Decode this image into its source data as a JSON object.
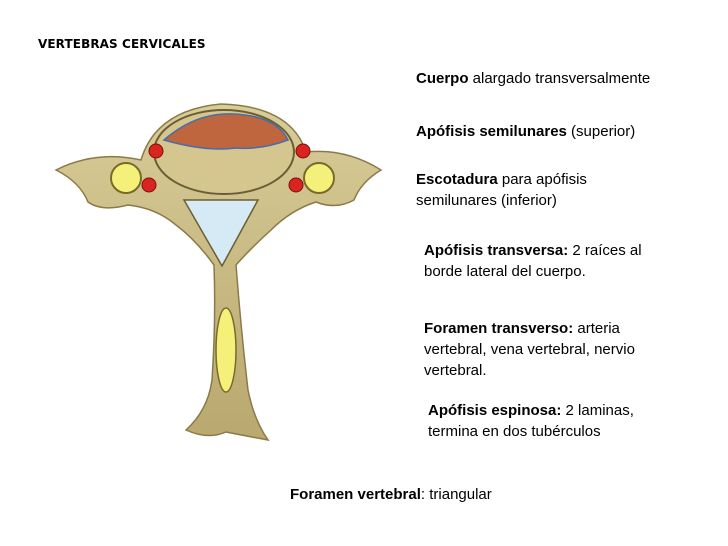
{
  "title": "VERTEBRAS CERVICALES",
  "labels": {
    "cuerpo": {
      "bold": "Cuerpo",
      "rest": " alargado transversalmente"
    },
    "semilunares": {
      "bold": "Apófisis semilunares",
      "rest": " (superior)"
    },
    "escotadura": {
      "bold": "Escotadura",
      "rest": " para apófisis semilunares (inferior)"
    },
    "transversa": {
      "bold": "Apófisis transversa:",
      "rest": " 2 raíces al borde lateral del cuerpo."
    },
    "foramen_transverso": {
      "bold": "Foramen transverso:",
      "rest": " arteria vertebral, vena vertebral, nervio vertebral."
    },
    "espinosa": {
      "bold": "Apófisis espinosa:",
      "rest": " 2 laminas,  termina en dos tubérculos"
    },
    "foramen_vertebral": {
      "bold": "Foramen vertebral",
      "rest": ": triangular"
    }
  },
  "colors": {
    "bone": "#c9bb85",
    "bone_dark": "#8a7a48",
    "body_top": "#c0663f",
    "foramen": "#d6eaf5",
    "marker_yellow": "#f5f07a",
    "marker_red": "#d9241f"
  }
}
